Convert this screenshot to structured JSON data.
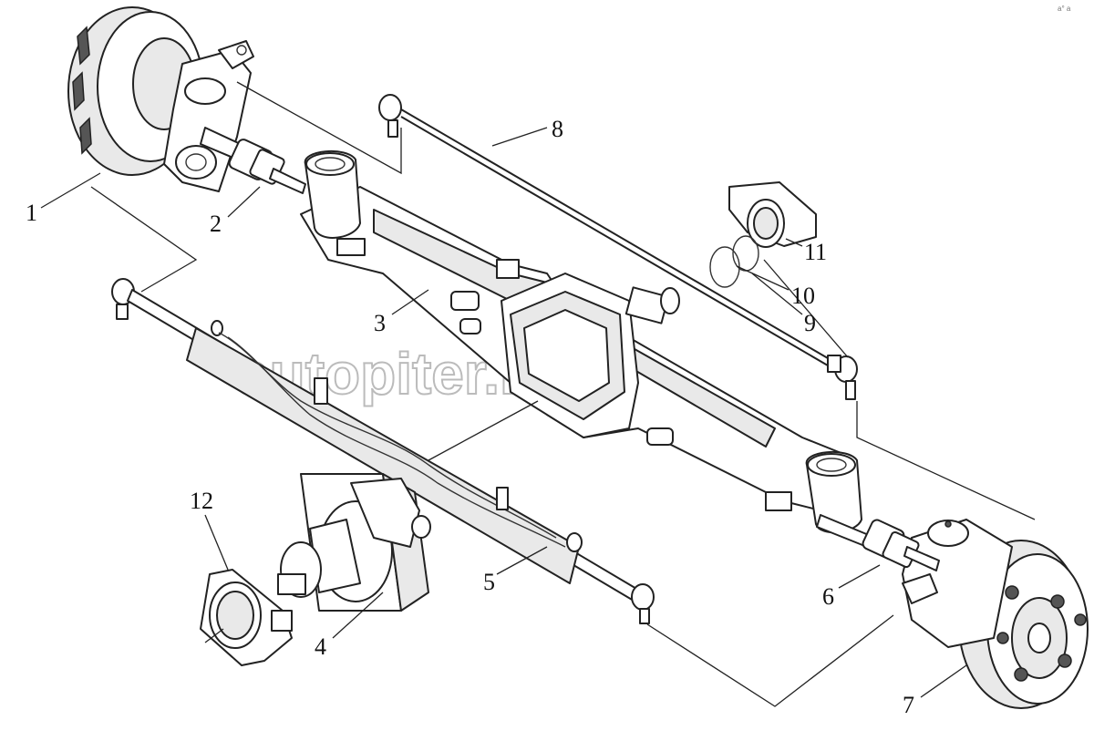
{
  "watermark": "autopiter.ru",
  "corner_text": "a° a",
  "callouts": [
    {
      "id": "1",
      "label": "1"
    },
    {
      "id": "2",
      "label": "2"
    },
    {
      "id": "3",
      "label": "3"
    },
    {
      "id": "4",
      "label": "4"
    },
    {
      "id": "5",
      "label": "5"
    },
    {
      "id": "6",
      "label": "6"
    },
    {
      "id": "7",
      "label": "7"
    },
    {
      "id": "8",
      "label": "8"
    },
    {
      "id": "9",
      "label": "9"
    },
    {
      "id": "10",
      "label": "10"
    },
    {
      "id": "11",
      "label": "11"
    },
    {
      "id": "12",
      "label": "12"
    }
  ]
}
